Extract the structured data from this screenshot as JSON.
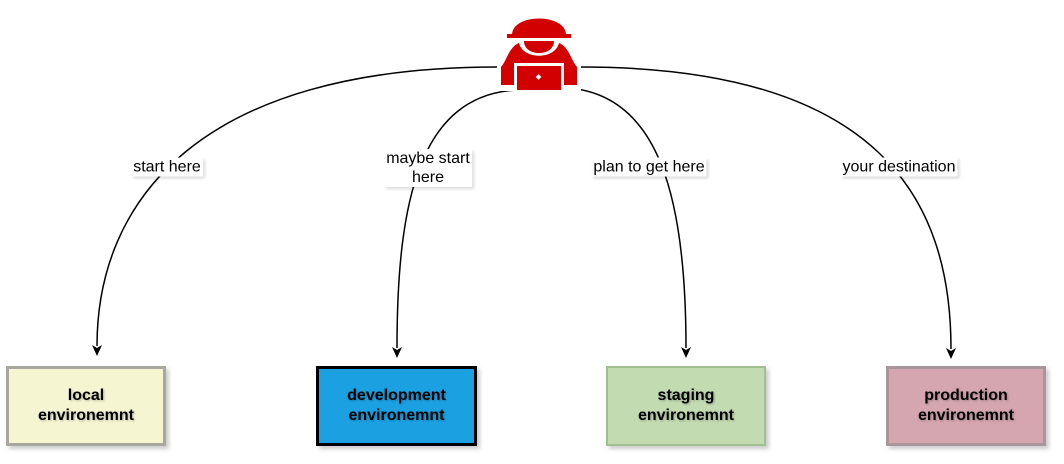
{
  "icon": "hacker-with-laptop-icon",
  "edges": [
    {
      "label": "start here",
      "target": "local"
    },
    {
      "label": "maybe start\nhere",
      "target": "development"
    },
    {
      "label": "plan to get here",
      "target": "staging"
    },
    {
      "label": "your destination",
      "target": "production"
    }
  ],
  "nodes": [
    {
      "id": "local",
      "label": "local\nenvironemnt",
      "fill": "#f5f5d2",
      "border": "#a8a8a0"
    },
    {
      "id": "development",
      "label": "development\nenvironemnt",
      "fill": "#1ba1e2",
      "border": "#000000"
    },
    {
      "id": "staging",
      "label": "staging\nenvironemnt",
      "fill": "#c2dbb1",
      "border": "#a0bf90"
    },
    {
      "id": "production",
      "label": "production\nenvironemnt",
      "fill": "#d5a6b0",
      "border": "#a8969c"
    }
  ]
}
